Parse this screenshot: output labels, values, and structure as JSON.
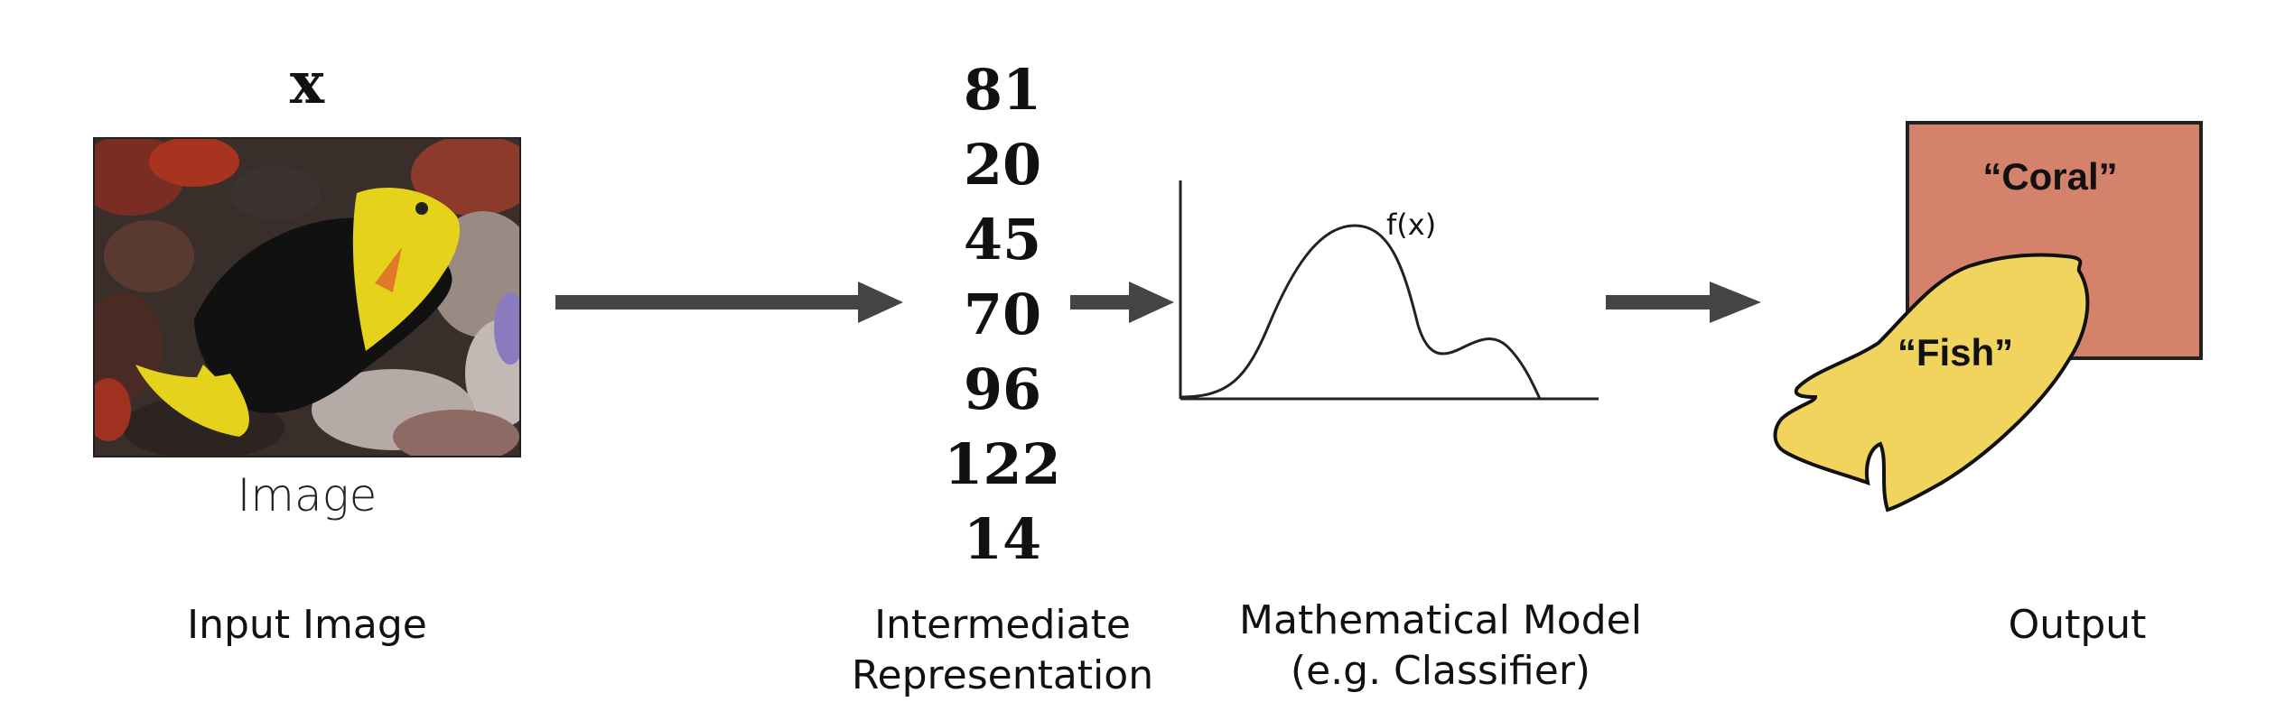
{
  "input": {
    "variable": "x",
    "image_label": "Image",
    "caption": "Input Image"
  },
  "intermediate": {
    "values": [
      "81",
      "20",
      "45",
      "70",
      "96",
      "122",
      "14"
    ],
    "caption_line1": "Intermediate",
    "caption_line2": "Representation"
  },
  "model": {
    "function_label": "f(x)",
    "caption_line1": "Mathematical Model",
    "caption_line2": "(e.g. Classifier)"
  },
  "output": {
    "coral_label": "“Coral”",
    "fish_label": "“Fish”",
    "caption": "Output"
  },
  "colors": {
    "arrow": "#444444",
    "coral_box": "#d4826c",
    "fish_shape": "#f0d45e",
    "fish_body": "#e5d21a"
  }
}
